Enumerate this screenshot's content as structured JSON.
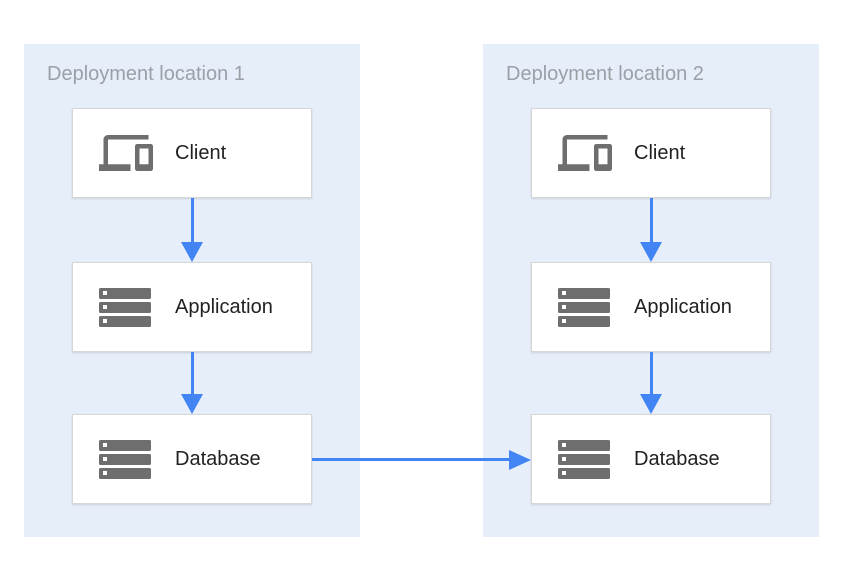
{
  "diagram": {
    "panels": [
      {
        "title": "Deployment location 1",
        "nodes": [
          {
            "label": "Client",
            "icon": "devices-icon"
          },
          {
            "label": "Application",
            "icon": "server-icon"
          },
          {
            "label": "Database",
            "icon": "server-icon"
          }
        ]
      },
      {
        "title": "Deployment location 2",
        "nodes": [
          {
            "label": "Client",
            "icon": "devices-icon"
          },
          {
            "label": "Application",
            "icon": "server-icon"
          },
          {
            "label": "Database",
            "icon": "server-icon"
          }
        ]
      }
    ],
    "connections": [
      {
        "from": "client-1",
        "to": "application-1",
        "direction": "down"
      },
      {
        "from": "application-1",
        "to": "database-1",
        "direction": "down"
      },
      {
        "from": "client-2",
        "to": "application-2",
        "direction": "down"
      },
      {
        "from": "application-2",
        "to": "database-2",
        "direction": "down"
      },
      {
        "from": "database-1",
        "to": "database-2",
        "direction": "right"
      }
    ]
  },
  "colors": {
    "panel_background": "#e6eef9",
    "arrow": "#4284f3",
    "node_background": "#ffffff",
    "node_border": "#d6d6d6",
    "icon_gray": "#6e6e6e",
    "title_text": "#9aa0a6",
    "label_text": "#212121"
  }
}
